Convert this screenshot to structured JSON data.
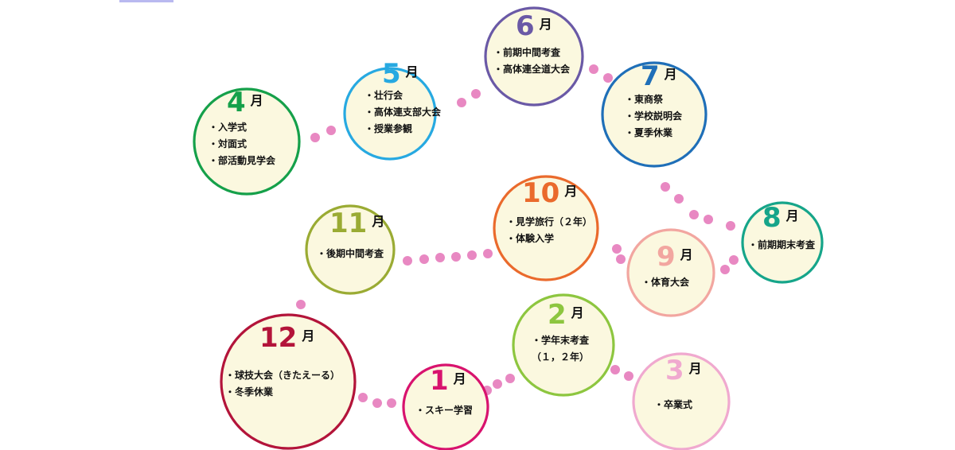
{
  "months": [
    {
      "id": "apr",
      "number": "4",
      "unit": "月",
      "color": "#15a04a",
      "items": [
        "・入学式",
        "・対面式",
        "・部活動見学会"
      ]
    },
    {
      "id": "may",
      "number": "5",
      "unit": "月",
      "color": "#27a9e1",
      "items": [
        "・壮行会",
        "・高体連支部大会",
        "・授業参観"
      ]
    },
    {
      "id": "jun",
      "number": "6",
      "unit": "月",
      "color": "#6a59a6",
      "items": [
        "・前期中間考査",
        "・高体連全道大会"
      ]
    },
    {
      "id": "jul",
      "number": "7",
      "unit": "月",
      "color": "#1f6fb8",
      "items": [
        "・東商祭",
        "・学校説明会",
        "・夏季休業"
      ]
    },
    {
      "id": "aug",
      "number": "8",
      "unit": "月",
      "color": "#16a58a",
      "items": [
        "・前期期末考査"
      ]
    },
    {
      "id": "sep",
      "number": "9",
      "unit": "月",
      "color": "#f2a6a0",
      "items": [
        "・体育大会"
      ]
    },
    {
      "id": "oct",
      "number": "10",
      "unit": "月",
      "color": "#ea6a2c",
      "items": [
        "・見学旅行（２年）",
        "・体験入学"
      ]
    },
    {
      "id": "nov",
      "number": "11",
      "unit": "月",
      "color": "#9aab33",
      "items": [
        "・後期中間考査"
      ]
    },
    {
      "id": "dec",
      "number": "12",
      "unit": "月",
      "color": "#b3143a",
      "items": [
        "・球技大会（きたえーる）",
        "・冬季休業"
      ]
    },
    {
      "id": "jan",
      "number": "1",
      "unit": "月",
      "color": "#d8136e",
      "items": [
        "・スキー学習"
      ]
    },
    {
      "id": "feb",
      "number": "2",
      "unit": "月",
      "color": "#8dc63f",
      "items": [
        "・学年末考査",
        "（１，２年）"
      ]
    },
    {
      "id": "mar",
      "number": "3",
      "unit": "月",
      "color": "#f0a9cf",
      "items": [
        "・卒業式"
      ]
    }
  ]
}
